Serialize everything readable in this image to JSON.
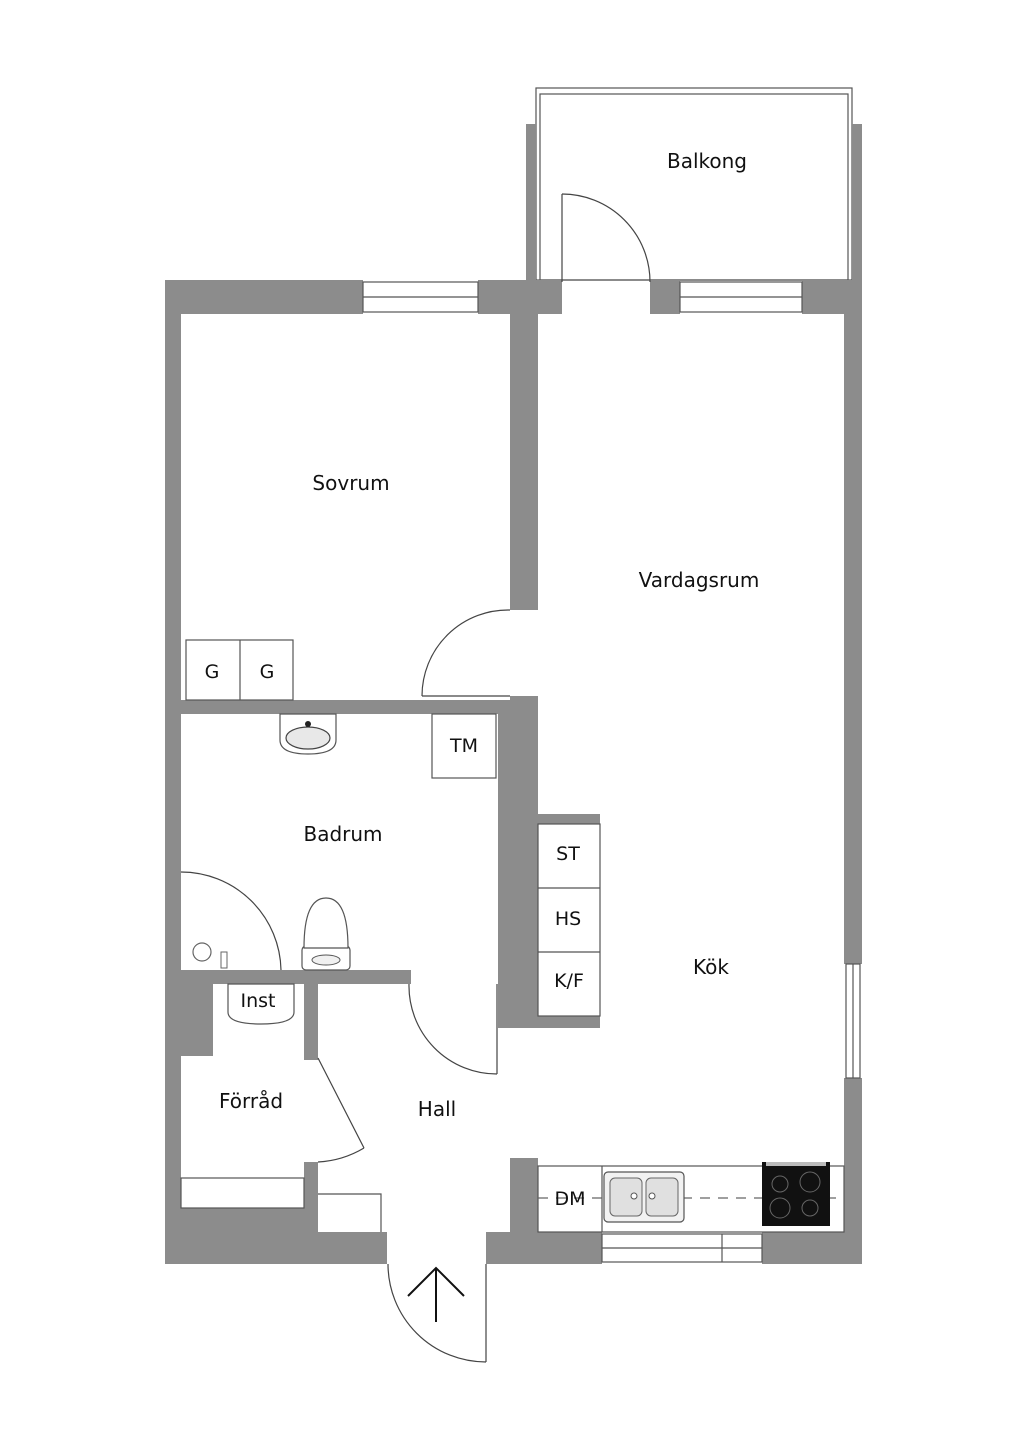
{
  "rooms": {
    "balkong": "Balkong",
    "sovrum": "Sovrum",
    "vardagsrum": "Vardagsrum",
    "badrum": "Badrum",
    "kok": "Kök",
    "hall": "Hall",
    "forrad": "Förråd"
  },
  "fixtures": {
    "g1": "G",
    "g2": "G",
    "tm": "TM",
    "st": "ST",
    "hs": "HS",
    "kf": "K/F",
    "inst": "Inst",
    "dm": "DM"
  },
  "colors": {
    "wall": "#8c8c8c",
    "line": "#555555",
    "background": "#ffffff",
    "stove": "#111111"
  },
  "icons": {
    "entrance": "entrance-arrow-icon",
    "sink": "washbasin-icon",
    "toilet": "toilet-icon",
    "kitchen_sink": "kitchen-sink-icon",
    "stove": "stove-icon",
    "shower": "shower-icon"
  }
}
